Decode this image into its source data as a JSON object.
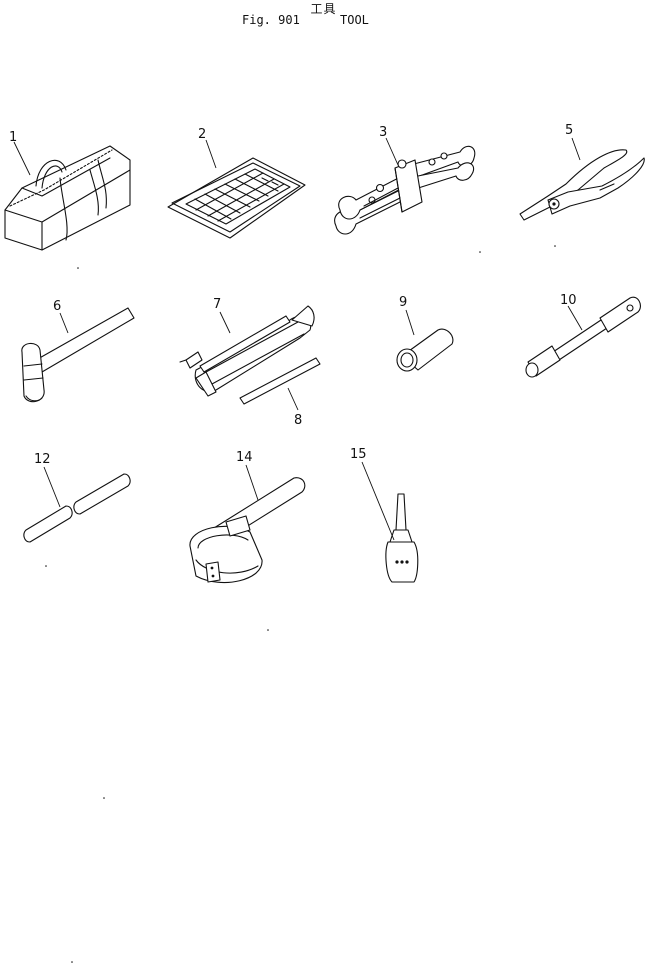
{
  "header": {
    "title_jp": "工具",
    "figure": "Fig. 901",
    "title_en": "TOOL"
  },
  "parts": [
    {
      "id": "p1",
      "number": "1",
      "icon": "tool-bag-icon"
    },
    {
      "id": "p2",
      "number": "2",
      "icon": "manual-book-icon"
    },
    {
      "id": "p3",
      "number": "3",
      "icon": "wrench-set-icon"
    },
    {
      "id": "p5",
      "number": "5",
      "icon": "pliers-icon"
    },
    {
      "id": "p6",
      "number": "6",
      "icon": "hammer-icon"
    },
    {
      "id": "p7",
      "number": "7",
      "icon": "grease-gun-icon"
    },
    {
      "id": "p8",
      "number": "8",
      "icon": "nozzle-pipe-icon"
    },
    {
      "id": "p9",
      "number": "9",
      "icon": "socket-icon"
    },
    {
      "id": "p10",
      "number": "10",
      "icon": "socket-wrench-icon"
    },
    {
      "id": "p12",
      "number": "12",
      "icon": "bar-icon"
    },
    {
      "id": "p14",
      "number": "14",
      "icon": "filter-wrench-icon"
    },
    {
      "id": "p15",
      "number": "15",
      "icon": "oil-can-icon"
    }
  ]
}
